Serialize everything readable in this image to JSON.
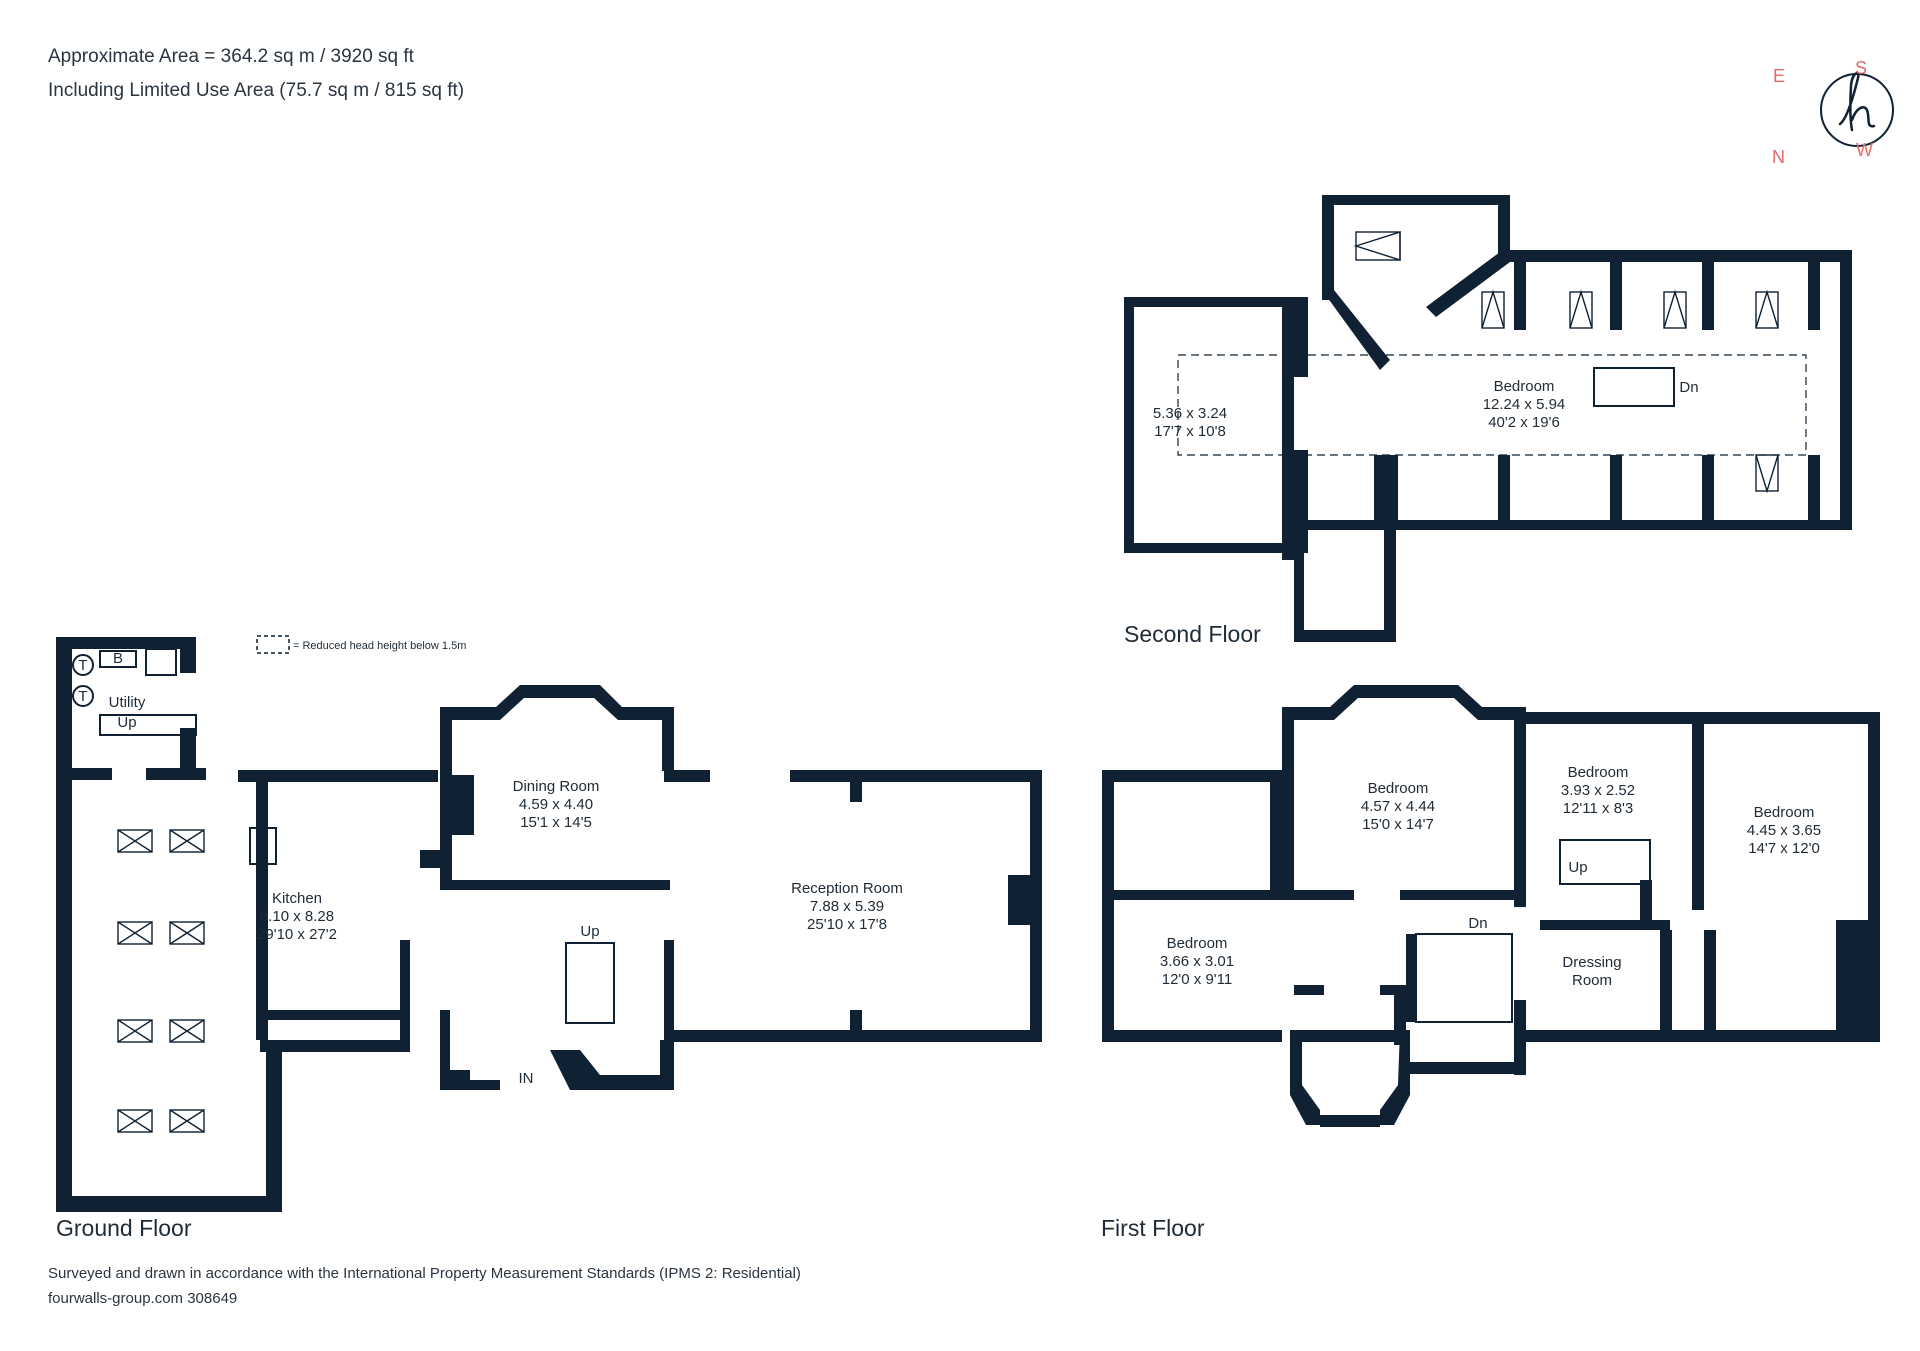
{
  "header": {
    "area_line": "Approximate Area = 364.2 sq m / 3920 sq ft",
    "limited_line": "Including Limited Use Area (75.7 sq m / 815 sq ft)"
  },
  "footer": {
    "standards_line": "Surveyed and drawn in accordance with the International Property Measurement Standards (IPMS 2: Residential)",
    "ref_line": "fourwalls-group.com 308649"
  },
  "compass": {
    "n": "N",
    "e": "E",
    "s": "S",
    "w": "W",
    "accent": "#e46a6a"
  },
  "legend": {
    "text": "= Reduced head height below 1.5m"
  },
  "floors": {
    "ground": "Ground Floor",
    "first": "First Floor",
    "second": "Second Floor"
  },
  "rooms": {
    "utility": {
      "name": "Utility",
      "up": "Up"
    },
    "kitchen": {
      "name": "Kitchen",
      "metric": "9.10 x 8.28",
      "imperial": "29'10 x 27'2"
    },
    "dining": {
      "name": "Dining Room",
      "metric": "4.59 x 4.40",
      "imperial": "15'1 x 14'5"
    },
    "reception": {
      "name": "Reception Room",
      "metric": "7.88 x 5.39",
      "imperial": "25'10 x 17'8"
    },
    "ground_up": "Up",
    "entrance": "IN",
    "f1_bed1": {
      "name": "Bedroom",
      "metric": "4.57 x 4.44",
      "imperial": "15'0 x 14'7"
    },
    "f1_bed2": {
      "name": "Bedroom",
      "metric": "3.93 x 2.52",
      "imperial": "12'11 x 8'3"
    },
    "f1_bed3": {
      "name": "Bedroom",
      "metric": "4.45 x 3.65",
      "imperial": "14'7 x 12'0"
    },
    "f1_bed4": {
      "name": "Bedroom",
      "metric": "3.66 x 3.01",
      "imperial": "12'0 x 9'11"
    },
    "dressing": {
      "name": "Dressing",
      "name2": "Room"
    },
    "f1_up": "Up",
    "f1_dn": "Dn",
    "s2_bed": {
      "name": "Bedroom",
      "metric": "12.24 x 5.94",
      "imperial": "40'2 x 19'6"
    },
    "s2_room": {
      "metric": "5.36 x 3.24",
      "imperial": "17'7 x 10'8"
    },
    "s2_dn": "Dn",
    "tank": "T",
    "boiler": "B"
  }
}
